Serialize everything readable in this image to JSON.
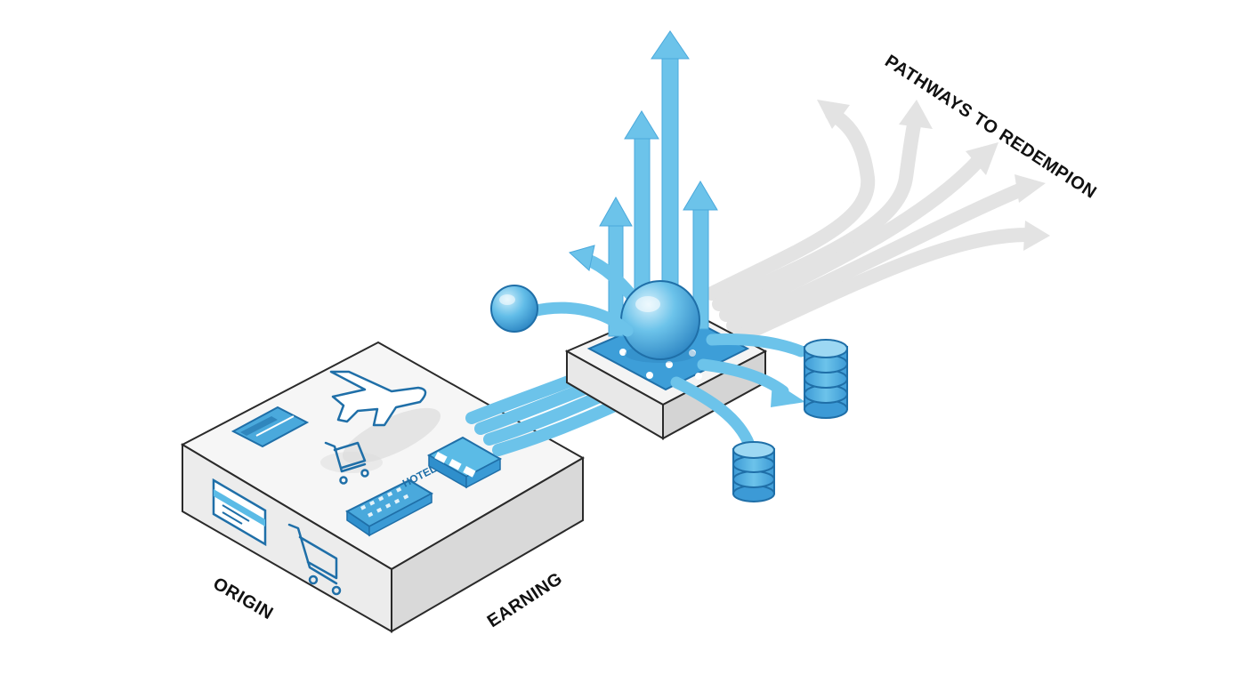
{
  "labels": {
    "origin": "ORIGIN",
    "earning": "EARNING",
    "pathways": "PATHWAYS TO REDEMPION",
    "hotel_sign": "HOTEL"
  },
  "icons": [
    "airplane-icon",
    "credit-card-icon",
    "shopping-cart-icon",
    "hotel-building-icon",
    "storefront-icon",
    "database-icon",
    "sphere-node-icon"
  ],
  "colors": {
    "accent_blue": "#5bbbe6",
    "deep_blue": "#2f8fcc",
    "ghost_gray": "#e4e4e4",
    "box_gray": "#efefef"
  }
}
